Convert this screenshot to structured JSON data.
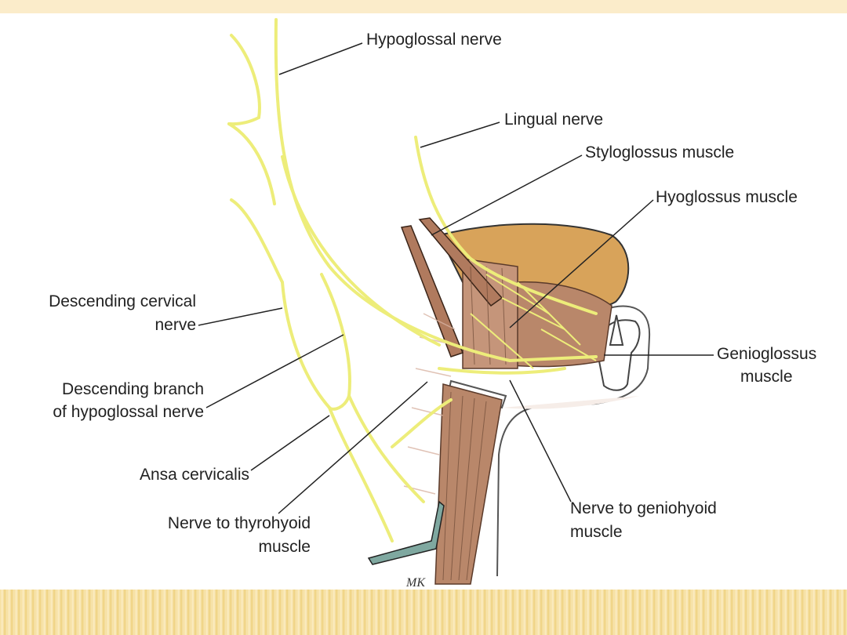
{
  "colors": {
    "nerve": "#eded7a",
    "muscle": "#b9876a",
    "muscle_dark": "#7a4a35",
    "tongue": "#d8a35a",
    "band_top": "#fbecca",
    "band_bottom": "#f3da92"
  },
  "labels": {
    "hypoglossal_nerve": "Hypoglossal nerve",
    "lingual_nerve": "Lingual nerve",
    "styloglossus_muscle": "Styloglossus muscle",
    "hyoglossus_muscle": "Hyoglossus muscle",
    "descending_cervical_nerve_1": "Descending cervical",
    "descending_cervical_nerve_2": "nerve",
    "genioglossus_muscle_1": "Genioglossus",
    "genioglossus_muscle_2": "muscle",
    "descending_branch_1": "Descending branch",
    "descending_branch_2": "of hypoglossal nerve",
    "ansa_cervicalis": "Ansa cervicalis",
    "nerve_to_geniohyoid_1": "Nerve to geniohyoid",
    "nerve_to_geniohyoid_2": "muscle",
    "nerve_to_thyrohyoid_1": "Nerve to thyrohyoid",
    "nerve_to_thyrohyoid_2": "muscle"
  },
  "signature": "MK"
}
